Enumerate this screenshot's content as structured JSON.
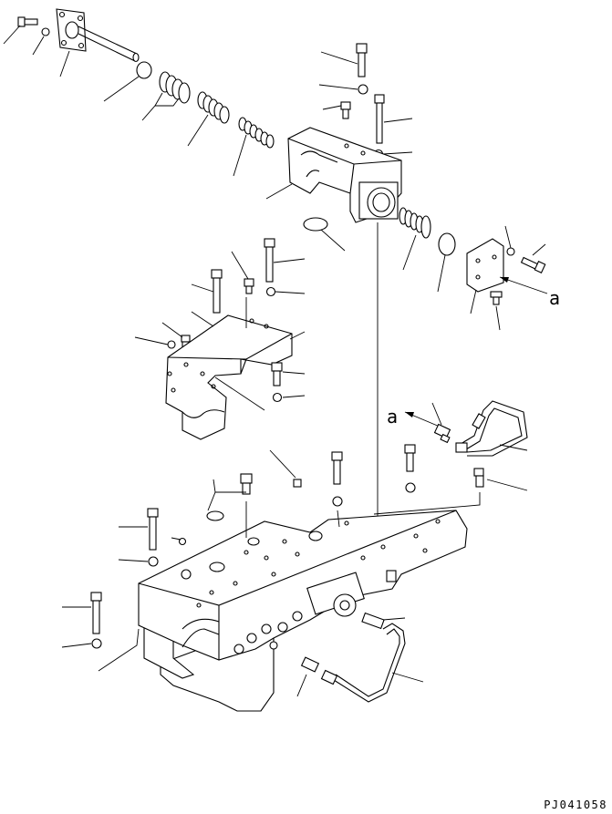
{
  "diagram": {
    "part_code": "PJ041058",
    "ref_marks": [
      "a",
      "a"
    ]
  },
  "colors": {
    "ink": "#000000",
    "paper": "#ffffff"
  }
}
